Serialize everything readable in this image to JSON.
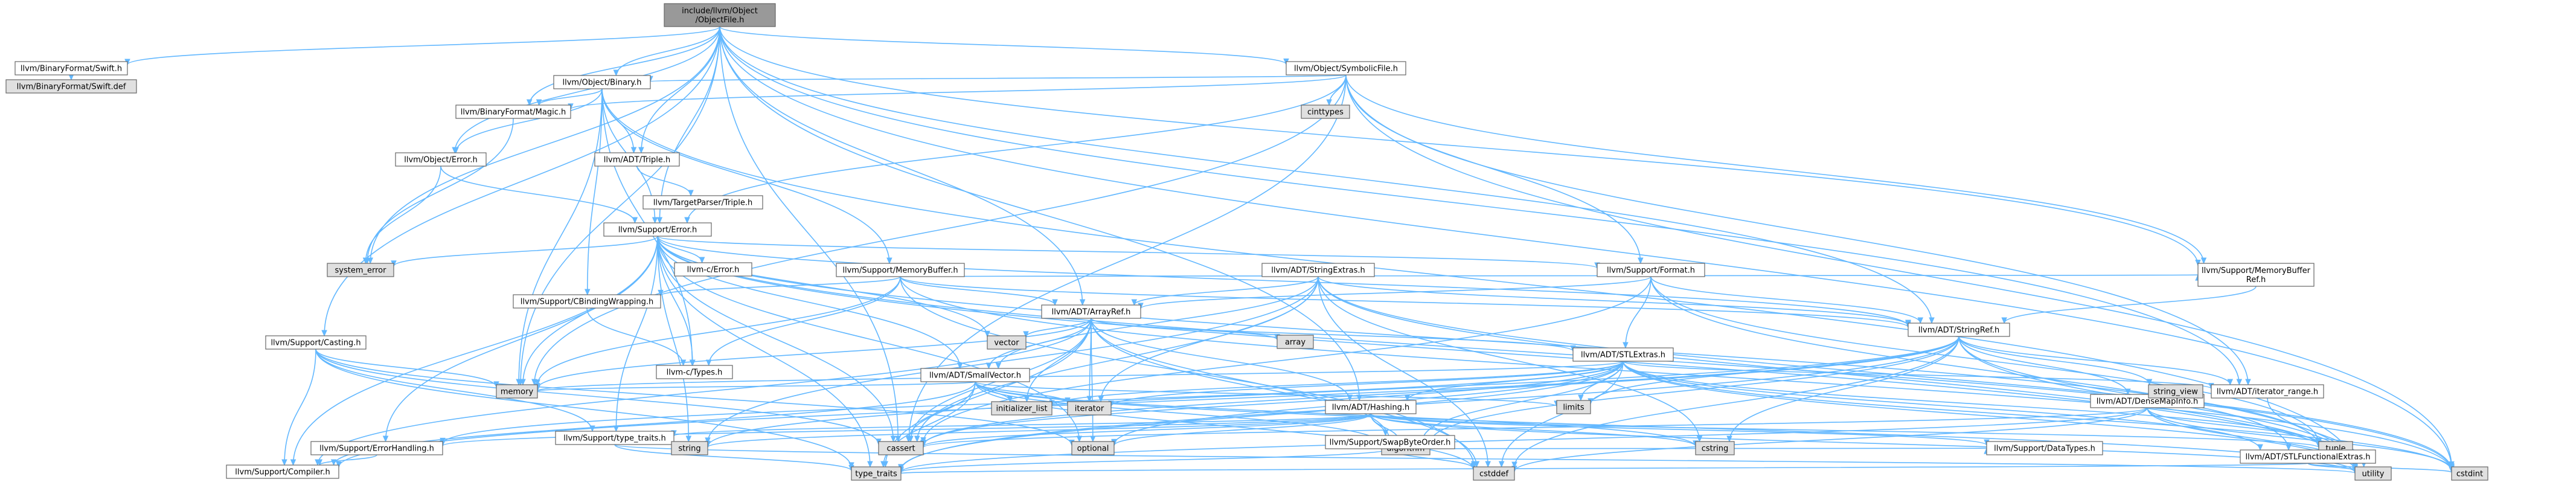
{
  "colors": {
    "edge": "#63b8ff",
    "node_border": "#666666",
    "root_fill": "#999999",
    "internal_fill": "#ffffff",
    "external_fill": "#e0e0e0",
    "truncated_border": "#ff0000",
    "text": "#000000"
  },
  "nodes": [
    {
      "id": "root",
      "label": "include/llvm/Object/ObjectFile.h",
      "lines": [
        "include/llvm/Object",
        "/ObjectFile.h"
      ],
      "kind": "root"
    },
    {
      "id": "swift",
      "label": "llvm/BinaryFormat/Swift.h",
      "kind": "internal"
    },
    {
      "id": "swiftdef",
      "label": "llvm/BinaryFormat/Swift.def",
      "kind": "external"
    },
    {
      "id": "magic",
      "label": "llvm/BinaryFormat/Magic.h",
      "kind": "internal"
    },
    {
      "id": "binary",
      "label": "llvm/Object/Binary.h",
      "kind": "internal"
    },
    {
      "id": "symfile",
      "label": "llvm/Object/SymbolicFile.h",
      "kind": "internal"
    },
    {
      "id": "cinttypes",
      "label": "cinttypes",
      "kind": "external"
    },
    {
      "id": "objerr",
      "label": "llvm/Object/Error.h",
      "kind": "internal"
    },
    {
      "id": "triple",
      "label": "llvm/ADT/Triple.h",
      "kind": "internal"
    },
    {
      "id": "tptriple",
      "label": "llvm/TargetParser/Triple.h",
      "kind": "truncated"
    },
    {
      "id": "error",
      "label": "llvm/Support/Error.h",
      "kind": "truncated"
    },
    {
      "id": "syserr",
      "label": "system_error",
      "kind": "external"
    },
    {
      "id": "cerror",
      "label": "llvm-c/Error.h",
      "kind": "truncated"
    },
    {
      "id": "membuf",
      "label": "llvm/Support/MemoryBuffer.h",
      "kind": "truncated"
    },
    {
      "id": "strextras",
      "label": "llvm/ADT/StringExtras.h",
      "kind": "truncated"
    },
    {
      "id": "format",
      "label": "llvm/Support/Format.h",
      "kind": "truncated"
    },
    {
      "id": "membufref",
      "label": "llvm/Support/MemoryBufferRef.h",
      "lines": [
        "llvm/Support/MemoryBuffer",
        "Ref.h"
      ],
      "kind": "internal"
    },
    {
      "id": "cbinding",
      "label": "llvm/Support/CBindingWrapping.h",
      "kind": "internal"
    },
    {
      "id": "arrayref",
      "label": "llvm/ADT/ArrayRef.h",
      "kind": "internal"
    },
    {
      "id": "array",
      "label": "array",
      "kind": "external"
    },
    {
      "id": "vector",
      "label": "vector",
      "kind": "external"
    },
    {
      "id": "casting",
      "label": "llvm/Support/Casting.h",
      "kind": "internal"
    },
    {
      "id": "smallvec",
      "label": "llvm/ADT/SmallVector.h",
      "kind": "truncated"
    },
    {
      "id": "ctypes",
      "label": "llvm-c/Types.h",
      "kind": "truncated"
    },
    {
      "id": "stlextras",
      "label": "llvm/ADT/STLExtras.h",
      "kind": "truncated"
    },
    {
      "id": "stringref",
      "label": "llvm/ADT/StringRef.h",
      "kind": "internal"
    },
    {
      "id": "memory",
      "label": "memory",
      "kind": "external"
    },
    {
      "id": "initlist",
      "label": "initializer_list",
      "kind": "external"
    },
    {
      "id": "iterator",
      "label": "iterator",
      "kind": "external"
    },
    {
      "id": "hashing",
      "label": "llvm/ADT/Hashing.h",
      "kind": "internal"
    },
    {
      "id": "limits",
      "label": "limits",
      "kind": "external"
    },
    {
      "id": "densemapinfo",
      "label": "llvm/ADT/DenseMapInfo.h",
      "kind": "truncated"
    },
    {
      "id": "stringview",
      "label": "string_view",
      "kind": "external"
    },
    {
      "id": "iterrange",
      "label": "llvm/ADT/iterator_range.h",
      "kind": "internal"
    },
    {
      "id": "errhandling",
      "label": "llvm/Support/ErrorHandling.h",
      "kind": "internal"
    },
    {
      "id": "typetraits",
      "label": "llvm/Support/type_traits.h",
      "kind": "internal"
    },
    {
      "id": "string",
      "label": "string",
      "kind": "external"
    },
    {
      "id": "cassert",
      "label": "cassert",
      "kind": "external"
    },
    {
      "id": "optional",
      "label": "optional",
      "kind": "external"
    },
    {
      "id": "algorithm",
      "label": "algorithm",
      "kind": "external"
    },
    {
      "id": "cstring",
      "label": "cstring",
      "kind": "external"
    },
    {
      "id": "datatypes",
      "label": "llvm/Support/DataTypes.h",
      "kind": "truncated"
    },
    {
      "id": "swaporder",
      "label": "llvm/Support/SwapByteOrder.h",
      "kind": "truncated"
    },
    {
      "id": "tuple",
      "label": "tuple",
      "kind": "external"
    },
    {
      "id": "stlfunc",
      "label": "llvm/ADT/STLFunctionalExtras.h",
      "kind": "truncated"
    },
    {
      "id": "compiler",
      "label": "llvm/Support/Compiler.h",
      "kind": "truncated"
    },
    {
      "id": "type_traits",
      "label": "type_traits",
      "kind": "external"
    },
    {
      "id": "cstddef",
      "label": "cstddef",
      "kind": "external"
    },
    {
      "id": "utility",
      "label": "utility",
      "kind": "external"
    },
    {
      "id": "cstdint",
      "label": "cstdint",
      "kind": "external"
    }
  ],
  "edges": [
    [
      "root",
      "swift"
    ],
    [
      "root",
      "magic"
    ],
    [
      "root",
      "binary"
    ],
    [
      "root",
      "symfile"
    ],
    [
      "root",
      "objerr"
    ],
    [
      "root",
      "triple"
    ],
    [
      "root",
      "error"
    ],
    [
      "root",
      "arrayref"
    ],
    [
      "root",
      "stringref"
    ],
    [
      "root",
      "hashing"
    ],
    [
      "root",
      "membufref"
    ],
    [
      "root",
      "iterrange"
    ],
    [
      "root",
      "casting"
    ],
    [
      "root",
      "cassert"
    ],
    [
      "root",
      "cstdint"
    ],
    [
      "root",
      "memory"
    ],
    [
      "root",
      "syserr"
    ],
    [
      "swift",
      "swiftdef"
    ],
    [
      "magic",
      "syserr"
    ],
    [
      "binary",
      "magic"
    ],
    [
      "binary",
      "objerr"
    ],
    [
      "binary",
      "triple"
    ],
    [
      "binary",
      "error"
    ],
    [
      "binary",
      "membuf"
    ],
    [
      "binary",
      "cbinding"
    ],
    [
      "binary",
      "ctypes"
    ],
    [
      "binary",
      "memory"
    ],
    [
      "binary",
      "utility"
    ],
    [
      "symfile",
      "magic"
    ],
    [
      "symfile",
      "binary"
    ],
    [
      "symfile",
      "error"
    ],
    [
      "symfile",
      "format"
    ],
    [
      "symfile",
      "membufref"
    ],
    [
      "symfile",
      "iterrange"
    ],
    [
      "symfile",
      "cinttypes"
    ],
    [
      "symfile",
      "cstdint"
    ],
    [
      "symfile",
      "memory"
    ],
    [
      "symfile",
      "system_error"
    ],
    [
      "symfile",
      "cassert"
    ],
    [
      "objerr",
      "syserr"
    ],
    [
      "objerr",
      "error"
    ],
    [
      "triple",
      "tptriple"
    ],
    [
      "error",
      "cerror"
    ],
    [
      "error",
      "stringref"
    ],
    [
      "error",
      "smallvec"
    ],
    [
      "error",
      "errhandling"
    ],
    [
      "error",
      "format"
    ],
    [
      "error",
      "typetraits"
    ],
    [
      "error",
      "compiler"
    ],
    [
      "error",
      "abi"
    ],
    [
      "error",
      "memory"
    ],
    [
      "error",
      "string"
    ],
    [
      "error",
      "syserr"
    ],
    [
      "error",
      "utility"
    ],
    [
      "error",
      "cassert"
    ],
    [
      "error",
      "cstdint"
    ],
    [
      "error",
      "optional"
    ],
    [
      "error",
      "vector"
    ],
    [
      "error",
      "tuple"
    ],
    [
      "error",
      "type_traits"
    ],
    [
      "error",
      "ctypes"
    ],
    [
      "membuf",
      "cbinding"
    ],
    [
      "membuf",
      "ctypes"
    ],
    [
      "membuf",
      "arrayref"
    ],
    [
      "membuf",
      "stringref"
    ],
    [
      "membuf",
      "membufref"
    ],
    [
      "membuf",
      "memory"
    ],
    [
      "membuf",
      "cstddef"
    ],
    [
      "membuf",
      "cstdint"
    ],
    [
      "strextras",
      "arrayref"
    ],
    [
      "strextras",
      "smallvec"
    ],
    [
      "strextras",
      "stringref"
    ],
    [
      "strextras",
      "iterator"
    ],
    [
      "strextras",
      "string"
    ],
    [
      "strextras",
      "utility"
    ],
    [
      "strextras",
      "cassert"
    ],
    [
      "strextras",
      "cstddef"
    ],
    [
      "strextras",
      "cstdint"
    ],
    [
      "strextras",
      "cstring"
    ],
    [
      "format",
      "arrayref"
    ],
    [
      "format",
      "stringref"
    ],
    [
      "format",
      "stlextras"
    ],
    [
      "format",
      "cassert"
    ],
    [
      "format",
      "cstdio"
    ],
    [
      "format",
      "tuple"
    ],
    [
      "format",
      "utility"
    ],
    [
      "membufref",
      "stringref"
    ],
    [
      "cbinding",
      "ctypes"
    ],
    [
      "arrayref",
      "hashing"
    ],
    [
      "arrayref",
      "smallvec"
    ],
    [
      "arrayref",
      "stlextras"
    ],
    [
      "arrayref",
      "compiler"
    ],
    [
      "arrayref",
      "algorithm"
    ],
    [
      "arrayref",
      "array"
    ],
    [
      "arrayref",
      "cassert"
    ],
    [
      "arrayref",
      "cstddef"
    ],
    [
      "arrayref",
      "initlist"
    ],
    [
      "arrayref",
      "iterator"
    ],
    [
      "arrayref",
      "memory"
    ],
    [
      "arrayref",
      "optional"
    ],
    [
      "arrayref",
      "type_traits"
    ],
    [
      "arrayref",
      "vector"
    ],
    [
      "casting",
      "compiler"
    ],
    [
      "casting",
      "typetraits"
    ],
    [
      "casting",
      "cassert"
    ],
    [
      "casting",
      "memory"
    ],
    [
      "casting",
      "optional"
    ],
    [
      "casting",
      "type_traits"
    ],
    [
      "smallvec",
      "compiler"
    ],
    [
      "smallvec",
      "type_traits"
    ],
    [
      "smallvec",
      "algorithm"
    ],
    [
      "smallvec",
      "cassert"
    ],
    [
      "smallvec",
      "cstddef"
    ],
    [
      "smallvec",
      "cstdlib"
    ],
    [
      "smallvec",
      "cstring"
    ],
    [
      "smallvec",
      "functional"
    ],
    [
      "smallvec",
      "initlist"
    ],
    [
      "smallvec",
      "iterator"
    ],
    [
      "smallvec",
      "limits"
    ],
    [
      "smallvec",
      "memory"
    ],
    [
      "smallvec",
      "new"
    ],
    [
      "smallvec",
      "utility"
    ],
    [
      "stlextras",
      "hashing"
    ],
    [
      "stlextras",
      "stlfunc"
    ],
    [
      "stlextras",
      "iterrange"
    ],
    [
      "stlextras",
      "errhandling"
    ],
    [
      "stlextras",
      "algorithm"
    ],
    [
      "stlextras",
      "cassert"
    ],
    [
      "stlextras",
      "cstddef"
    ],
    [
      "stlextras",
      "cstdint"
    ],
    [
      "stlextras",
      "cstdlib"
    ],
    [
      "stlextras",
      "functional"
    ],
    [
      "stlextras",
      "initlist"
    ],
    [
      "stlextras",
      "iterator"
    ],
    [
      "stlextras",
      "limits"
    ],
    [
      "stlextras",
      "memory"
    ],
    [
      "stlextras",
      "optional"
    ],
    [
      "stlextras",
      "tuple"
    ],
    [
      "stlextras",
      "type_traits"
    ],
    [
      "stlextras",
      "utility"
    ],
    [
      "stringref",
      "densemapinfo"
    ],
    [
      "stringref",
      "stlfunc"
    ],
    [
      "stringref",
      "iterrange"
    ],
    [
      "stringref",
      "compiler"
    ],
    [
      "stringref",
      "algorithm"
    ],
    [
      "stringref",
      "cassert"
    ],
    [
      "stringref",
      "cstddef"
    ],
    [
      "stringref",
      "cstring"
    ],
    [
      "stringref",
      "limits"
    ],
    [
      "stringref",
      "string"
    ],
    [
      "stringref",
      "type_traits"
    ],
    [
      "stringref",
      "utility"
    ],
    [
      "stringref",
      "stringview"
    ],
    [
      "hashing",
      "errhandling"
    ],
    [
      "hashing",
      "datatypes"
    ],
    [
      "hashing",
      "swaporder"
    ],
    [
      "hashing",
      "typetraits"
    ],
    [
      "hashing",
      "algorithm"
    ],
    [
      "hashing",
      "cassert"
    ],
    [
      "hashing",
      "cstring"
    ],
    [
      "hashing",
      "optional"
    ],
    [
      "hashing",
      "string"
    ],
    [
      "hashing",
      "tuple"
    ],
    [
      "hashing",
      "utility"
    ],
    [
      "densemapinfo",
      "cassert"
    ],
    [
      "densemapinfo",
      "cstddef"
    ],
    [
      "densemapinfo",
      "cstdint"
    ],
    [
      "densemapinfo",
      "tuple"
    ],
    [
      "densemapinfo",
      "type_traits"
    ],
    [
      "densemapinfo",
      "utility"
    ],
    [
      "iterrange",
      "utility"
    ],
    [
      "errhandling",
      "compiler"
    ],
    [
      "typetraits",
      "type_traits"
    ],
    [
      "typetraits",
      "utility"
    ],
    [
      "swaporder",
      "datatypes"
    ],
    [
      "swaporder",
      "cstddef"
    ],
    [
      "swaporder",
      "type_traits"
    ],
    [
      "stlfunc",
      "cstdint"
    ],
    [
      "stlfunc",
      "type_traits"
    ],
    [
      "stlfunc",
      "utility"
    ]
  ]
}
